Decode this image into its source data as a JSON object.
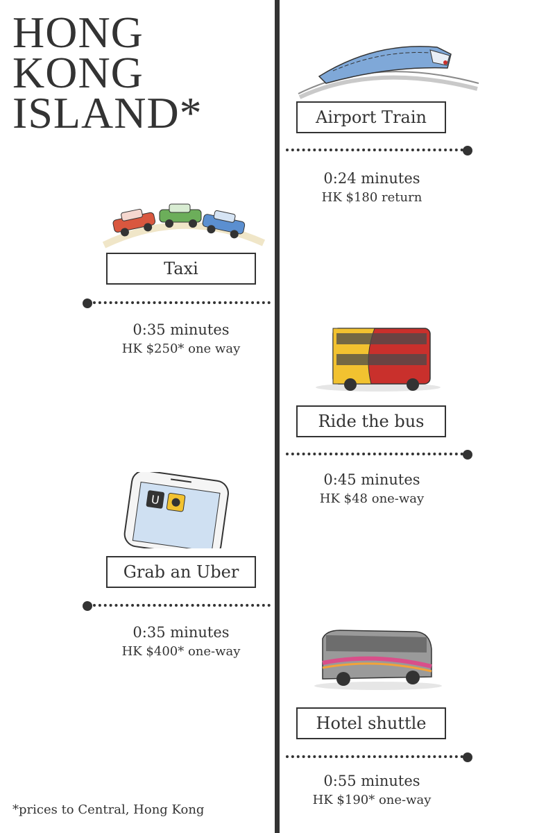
{
  "title": {
    "line1": "HONG",
    "line2": "KONG",
    "line3": "ISLAND*"
  },
  "footnote": "*prices to Central, Hong Kong",
  "options": [
    {
      "label": "Airport Train",
      "time": "0:24 minutes",
      "price": "HK $180 return",
      "icon": "train-icon"
    },
    {
      "label": "Taxi",
      "time": "0:35 minutes",
      "price": "HK $250* one way",
      "icon": "taxi-icon"
    },
    {
      "label": "Ride the bus",
      "time": "0:45 minutes",
      "price": "HK $48 one-way",
      "icon": "bus-icon"
    },
    {
      "label": "Grab an Uber",
      "time": "0:35 minutes",
      "price": "HK $400* one-way",
      "icon": "phone-icon"
    },
    {
      "label": "Hotel shuttle",
      "time": "0:55 minutes",
      "price": "HK $190* one-way",
      "icon": "shuttle-icon"
    }
  ],
  "colors": {
    "ink": "#333333",
    "taxi_red": "#d9573f",
    "taxi_green": "#6cae5a",
    "taxi_blue": "#5b8fd0",
    "bus_yellow": "#f2c230",
    "bus_red": "#c9302c",
    "train_blue": "#7fa8d8"
  }
}
